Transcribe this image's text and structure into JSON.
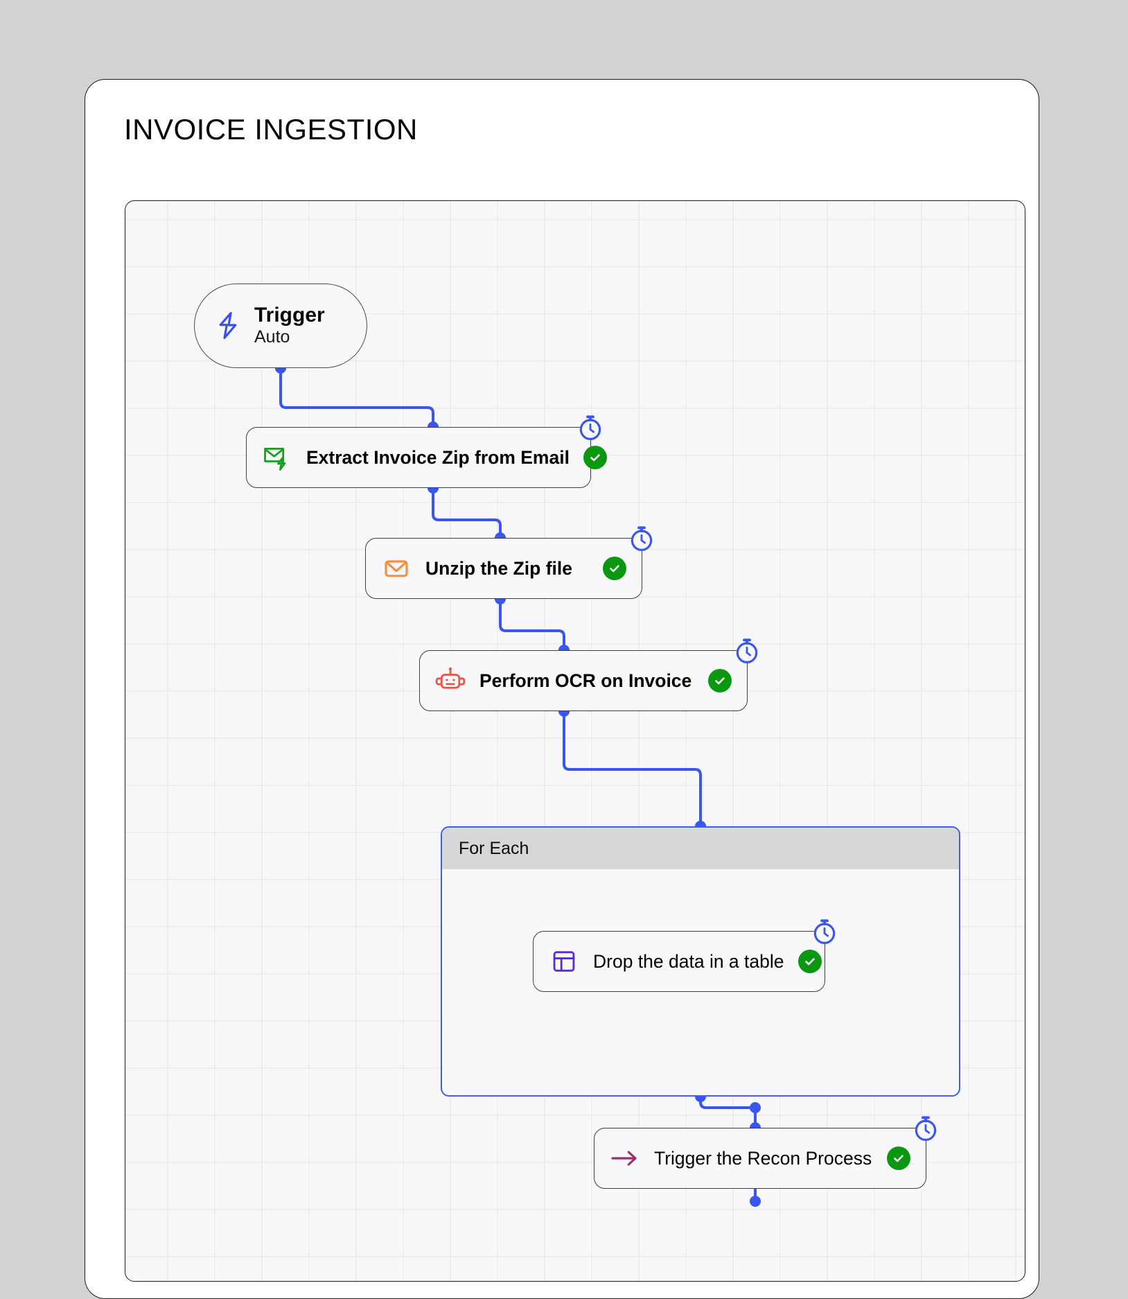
{
  "page": {
    "title": "INVOICE INGESTION",
    "background_color": "#d2d2d4",
    "card_color": "#ffffff"
  },
  "canvas": {
    "background_color": "#f8f8fa",
    "grid": true,
    "grid_spacing": 68,
    "accent_color": "#3a56f0",
    "success_color": "#0b9810"
  },
  "trigger": {
    "title": "Trigger",
    "subtitle": "Auto",
    "icon": "lightning-bolt-icon",
    "icon_color": "#3a4ff0"
  },
  "nodes": [
    {
      "id": "extract",
      "label": "Extract Invoice Zip from Email",
      "icon": "envelope-bolt-icon",
      "icon_color": "#14a01e",
      "status": "success",
      "status_icon": "check-circle-icon",
      "timer": true,
      "timer_icon": "stopwatch-icon"
    },
    {
      "id": "unzip",
      "label": "Unzip the Zip file",
      "icon": "envelope-icon",
      "icon_color": "#f09040",
      "status": "success",
      "status_icon": "check-circle-icon",
      "timer": true,
      "timer_icon": "stopwatch-icon"
    },
    {
      "id": "ocr",
      "label": "Perform OCR on Invoice",
      "icon": "robot-icon",
      "icon_color": "#e8564e",
      "status": "success",
      "status_icon": "check-circle-icon",
      "timer": true,
      "timer_icon": "stopwatch-icon"
    },
    {
      "id": "drop",
      "label": "Drop the data in a table",
      "icon": "table-icon",
      "icon_color": "#5b2bd6",
      "status": "success",
      "status_icon": "check-circle-icon",
      "timer": true,
      "timer_icon": "stopwatch-icon"
    },
    {
      "id": "recon",
      "label": "Trigger the Recon Process",
      "icon": "arrow-right-icon",
      "icon_color": "#9b2f6e",
      "status": "success",
      "status_icon": "check-circle-icon",
      "timer": true,
      "timer_icon": "stopwatch-icon"
    }
  ],
  "groups": [
    {
      "id": "foreach",
      "title": "For Each",
      "border_color": "#3d5bf5",
      "header_color": "#d7d7d9"
    }
  ],
  "edges": [
    {
      "from": "trigger",
      "to": "extract"
    },
    {
      "from": "extract",
      "to": "unzip"
    },
    {
      "from": "unzip",
      "to": "ocr"
    },
    {
      "from": "ocr",
      "to": "foreach"
    },
    {
      "from": "foreach",
      "to": "drop"
    },
    {
      "from": "drop",
      "to": "foreach-exit"
    },
    {
      "from": "foreach",
      "to": "recon"
    }
  ]
}
